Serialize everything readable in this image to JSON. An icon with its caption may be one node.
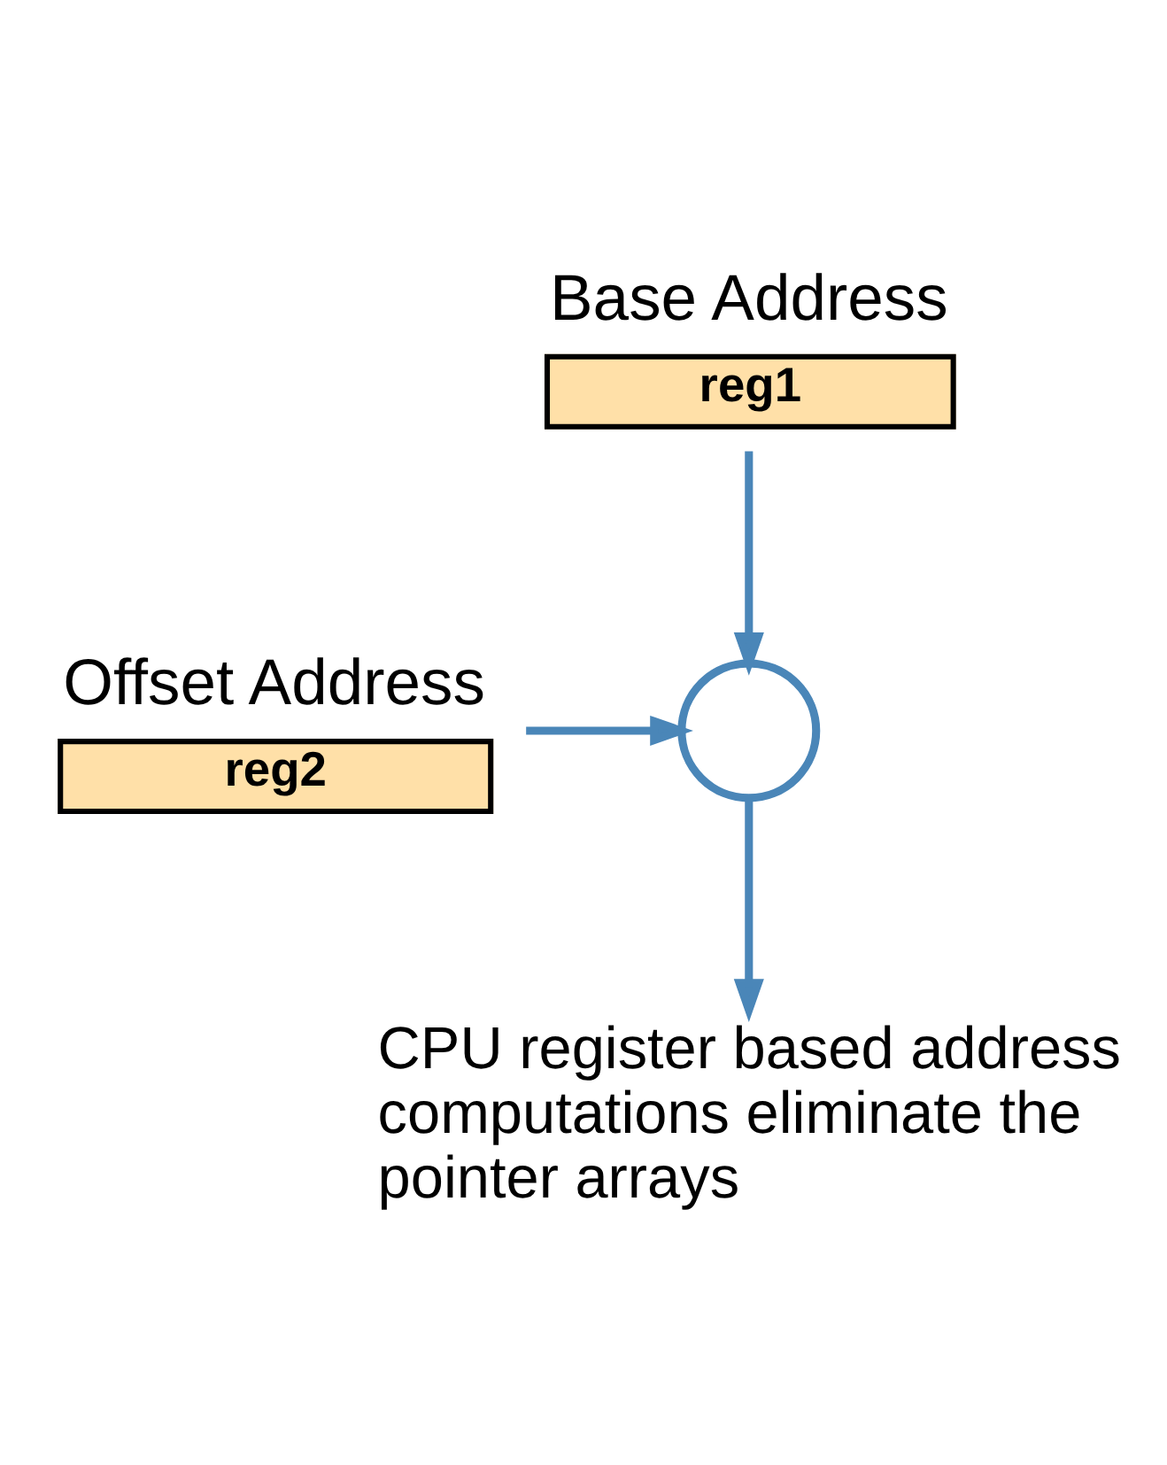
{
  "diagram": {
    "nodes": [
      {
        "text": [
          "Base Address",
          "reg1"
        ]
      },
      {
        "text": [
          "Offset Address",
          "reg2"
        ]
      },
      {
        "text": [],
        "shape": "circle"
      },
      {
        "text": [
          "CPU register based address computations eliminate the pointer arrays"
        ]
      }
    ],
    "edges": [
      {
        "from": 0,
        "to": 2,
        "arrow": "to"
      },
      {
        "from": 1,
        "to": 2,
        "arrow": "to"
      },
      {
        "from": 2,
        "to": 3,
        "arrow": "to"
      }
    ]
  }
}
